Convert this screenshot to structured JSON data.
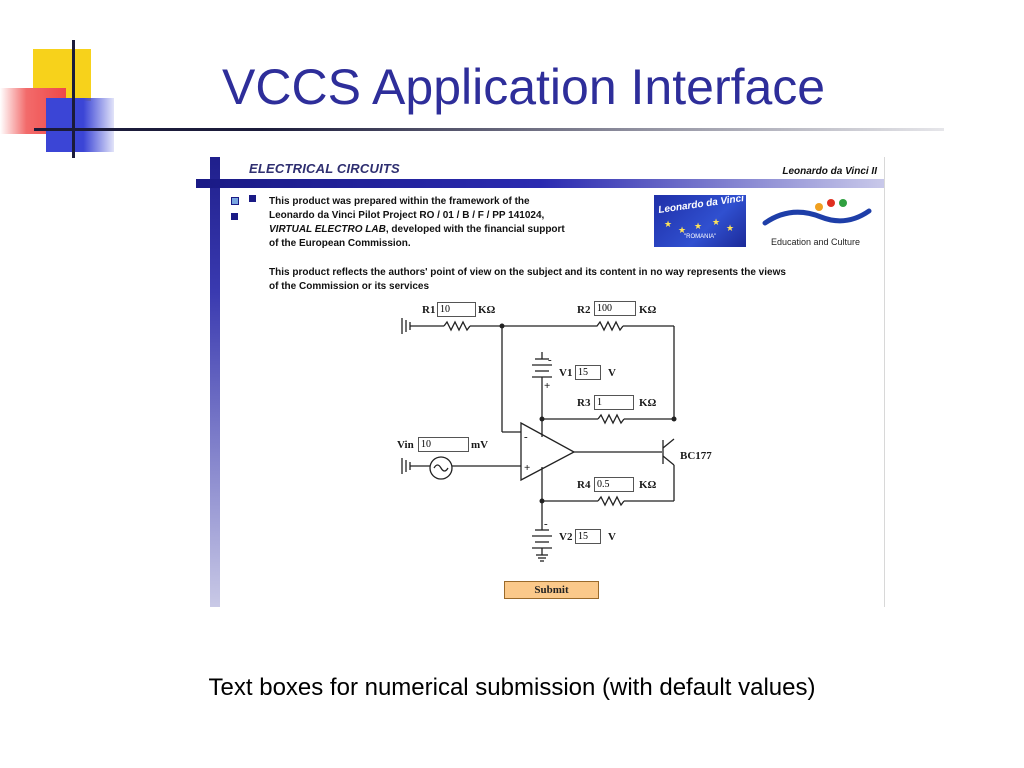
{
  "slide": {
    "title": "VCCS Application Interface",
    "caption": "Text boxes for numerical submission (with default values)"
  },
  "app": {
    "header_title": "ELECTRICAL CIRCUITS",
    "header_brand": "Leonardo da Vinci II",
    "intro_line1": "This product was prepared within the framework of the",
    "intro_line2": "Leonardo da Vinci Pilot Project RO / 01 / B / F / PP 141024,",
    "intro_line3_italic": "VIRTUAL ELECTRO LAB",
    "intro_line3_rest": ", developed with the financial support",
    "intro_line4": "of the European Commission.",
    "notice_line1": "This product reflects the authors' point of view on the subject and its content in no way represents the views",
    "notice_line2": "of the Commission or its services",
    "logo_ldv_text": "Leonardo da Vinci",
    "logo_ldv_sub": "\"ROMANIA\"",
    "logo_eu_text": "Education and Culture",
    "colors": {
      "header_bar": "#1a1a85",
      "submit_button": "#fbc98a",
      "slide_title": "#2e2e9a"
    }
  },
  "circuit": {
    "r1": {
      "label": "R1",
      "value": "10",
      "unit": "KΩ"
    },
    "r2": {
      "label": "R2",
      "value": "100",
      "unit": "KΩ"
    },
    "r3": {
      "label": "R3",
      "value": "1",
      "unit": "KΩ"
    },
    "r4": {
      "label": "R4",
      "value": "0.5",
      "unit": "KΩ"
    },
    "v1": {
      "label": "V1",
      "value": "15",
      "unit": "V"
    },
    "v2": {
      "label": "V2",
      "value": "15",
      "unit": "V"
    },
    "vin": {
      "label": "Vin",
      "value": "10",
      "unit": "mV"
    },
    "transistor": "BC177",
    "opamp_minus": "-",
    "opamp_plus": "+",
    "v1_minus": "-",
    "v1_plus": "+",
    "v2_minus": "-",
    "v2_plus": "+",
    "submit_label": "Submit"
  }
}
